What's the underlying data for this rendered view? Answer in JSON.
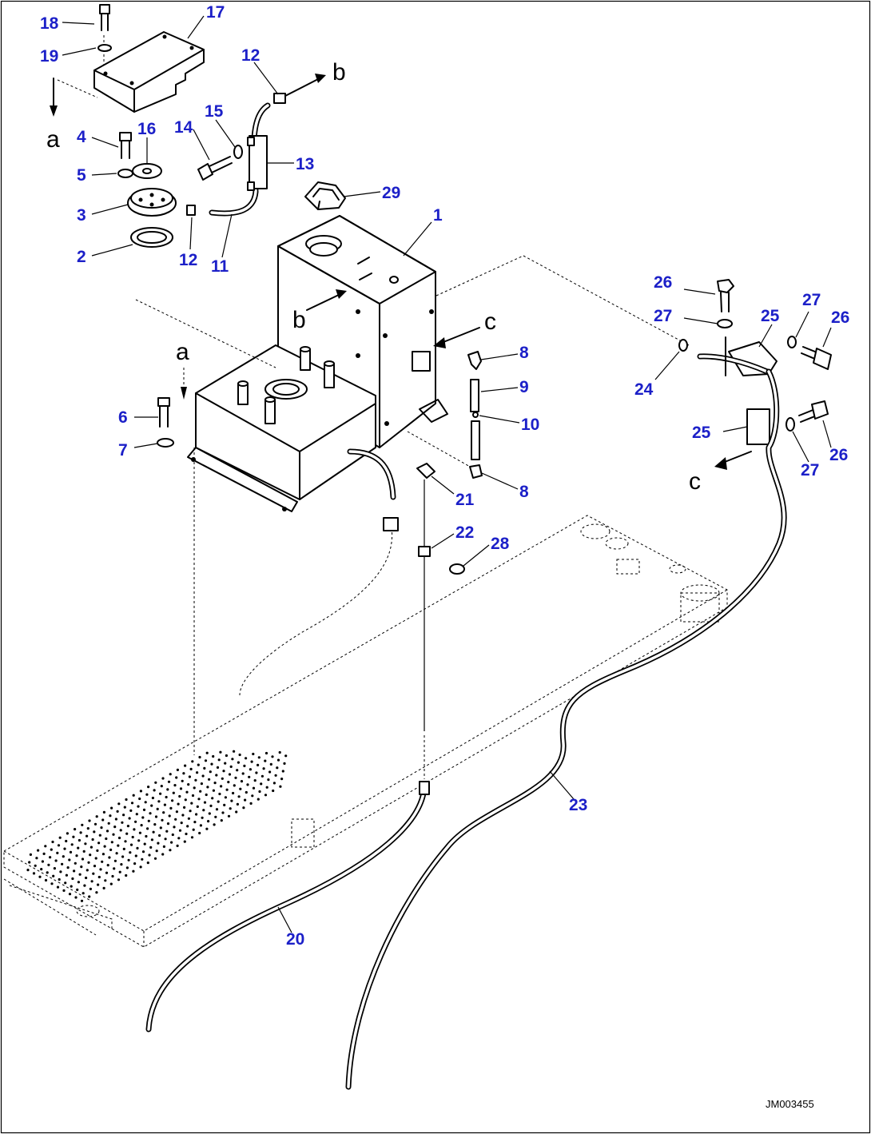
{
  "diagram": {
    "callouts": [
      {
        "id": "c18",
        "text": "18"
      },
      {
        "id": "c17",
        "text": "17"
      },
      {
        "id": "c19",
        "text": "19"
      },
      {
        "id": "c12a",
        "text": "12"
      },
      {
        "id": "c4",
        "text": "4"
      },
      {
        "id": "c16",
        "text": "16"
      },
      {
        "id": "c14",
        "text": "14"
      },
      {
        "id": "c15",
        "text": "15"
      },
      {
        "id": "c13",
        "text": "13"
      },
      {
        "id": "c5",
        "text": "5"
      },
      {
        "id": "c3",
        "text": "3"
      },
      {
        "id": "c2",
        "text": "2"
      },
      {
        "id": "c12b",
        "text": "12"
      },
      {
        "id": "c11",
        "text": "11"
      },
      {
        "id": "c29",
        "text": "29"
      },
      {
        "id": "c1",
        "text": "1"
      },
      {
        "id": "c26a",
        "text": "26"
      },
      {
        "id": "c27a",
        "text": "27"
      },
      {
        "id": "c25a",
        "text": "25"
      },
      {
        "id": "c27b",
        "text": "27"
      },
      {
        "id": "c26b",
        "text": "26"
      },
      {
        "id": "c24",
        "text": "24"
      },
      {
        "id": "c8a",
        "text": "8"
      },
      {
        "id": "c9",
        "text": "9"
      },
      {
        "id": "c10",
        "text": "10"
      },
      {
        "id": "c6",
        "text": "6"
      },
      {
        "id": "c7",
        "text": "7"
      },
      {
        "id": "c25b",
        "text": "25"
      },
      {
        "id": "c27c",
        "text": "27"
      },
      {
        "id": "c26c",
        "text": "26"
      },
      {
        "id": "c21",
        "text": "21"
      },
      {
        "id": "c8b",
        "text": "8"
      },
      {
        "id": "c22",
        "text": "22"
      },
      {
        "id": "c28",
        "text": "28"
      },
      {
        "id": "c23",
        "text": "23"
      },
      {
        "id": "c20",
        "text": "20"
      }
    ],
    "view_markers": [
      {
        "id": "va1",
        "text": "a"
      },
      {
        "id": "vb1",
        "text": "b"
      },
      {
        "id": "vb2",
        "text": "b"
      },
      {
        "id": "vc1",
        "text": "c"
      },
      {
        "id": "va2",
        "text": "a"
      },
      {
        "id": "vc2",
        "text": "c"
      }
    ],
    "drawing_id": "JM003455",
    "colors": {
      "callout": "#1c20c8",
      "line": "#000000",
      "background": "#ffffff"
    }
  }
}
